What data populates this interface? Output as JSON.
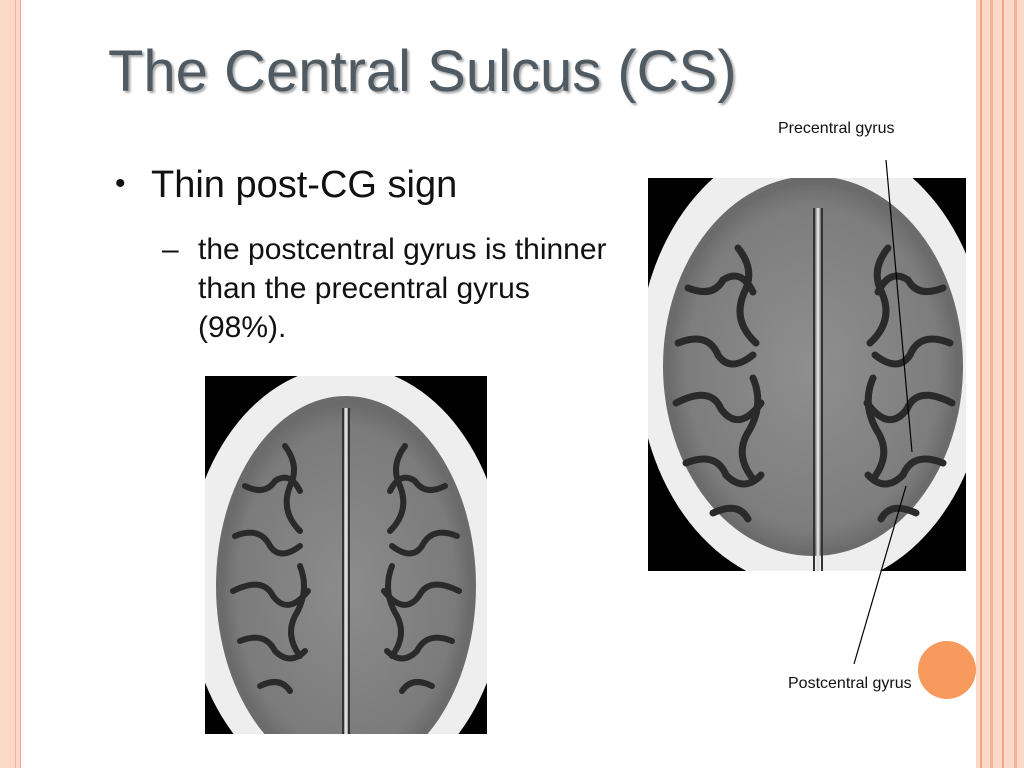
{
  "slide": {
    "title": "The Central Sulcus (CS)",
    "bullet": {
      "marker": "•",
      "text": "Thin post-CG sign"
    },
    "sub_bullet": {
      "marker": "–",
      "text": "the postcentral gyrus is thinner than the precentral gyrus (98%)."
    },
    "labels": {
      "precentral": "Precentral gyrus",
      "postcentral": "Postcentral gyrus"
    }
  },
  "colors": {
    "title": "#4f5a63",
    "frame": "#fbd8c8",
    "stripe": "#f0a586",
    "accent_dot": "#f89a5e"
  }
}
